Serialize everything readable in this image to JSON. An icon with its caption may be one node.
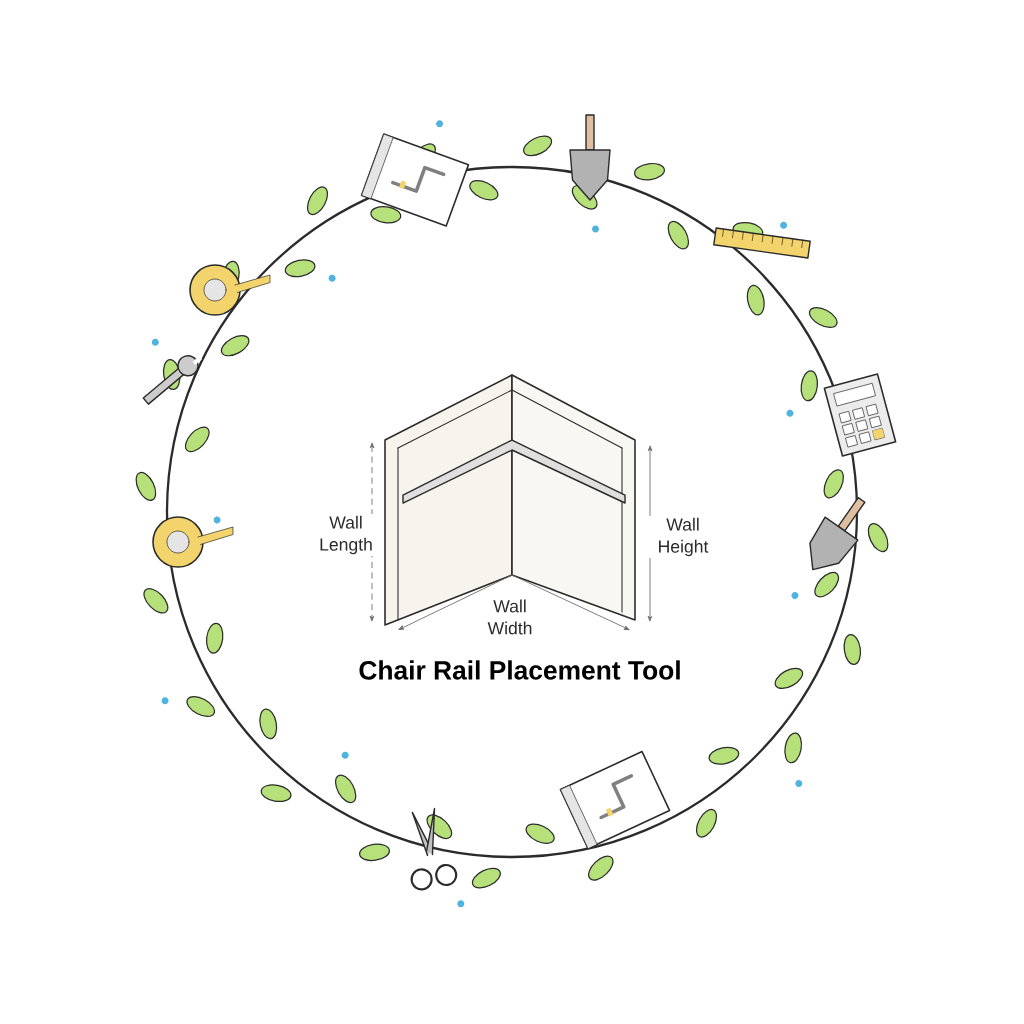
{
  "diagram": {
    "title": "Chair Rail Placement Tool",
    "labels": [
      "Wall Length",
      "Wall Height",
      "Wall Width"
    ]
  }
}
